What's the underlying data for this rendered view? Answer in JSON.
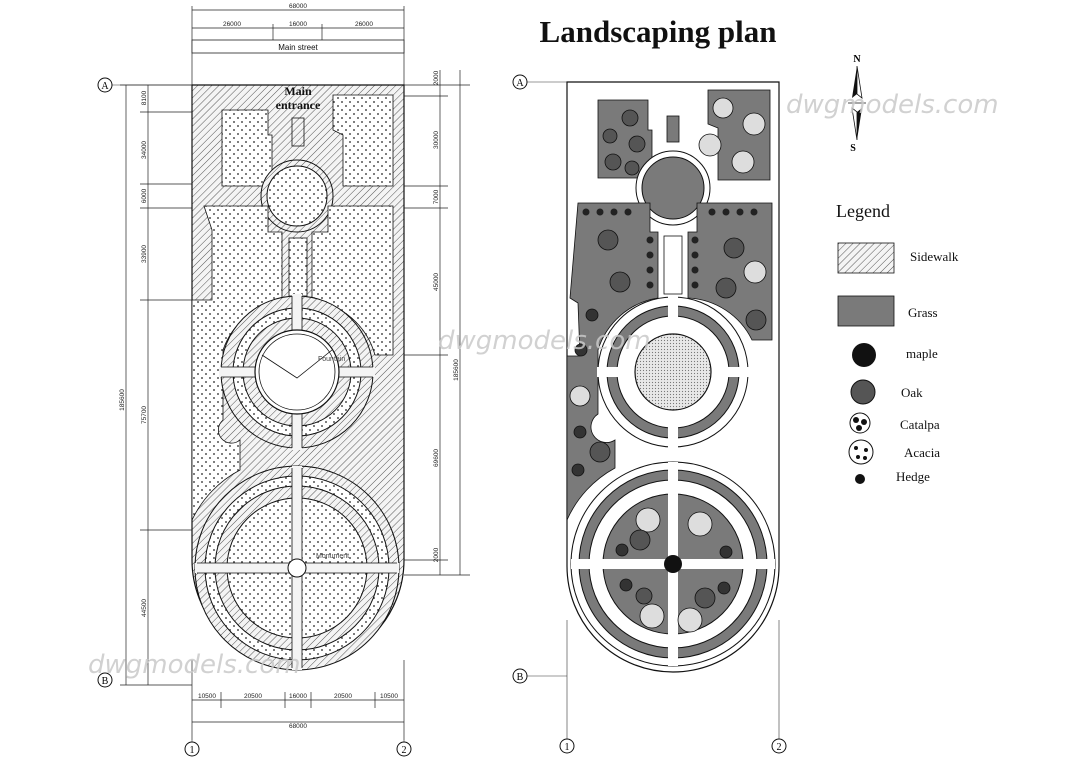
{
  "title": "Landscaping plan",
  "watermark": "dwgmodels.com",
  "left_plan": {
    "street_label": "Main street",
    "entrance_label_line1": "Main",
    "entrance_label_line2": "entrance",
    "fountain_label": "Fountain",
    "monument_label": "Monument",
    "top_dims": {
      "total": "68000",
      "a": "26000",
      "b": "16000",
      "c": "26000"
    },
    "bottom_dims": {
      "total": "68000",
      "a": "10500",
      "b": "20500",
      "c": "16000",
      "d": "20500",
      "e": "10500"
    },
    "left_dims": {
      "total": "185600",
      "a": "8100",
      "b": "34000",
      "c": "6000",
      "d": "33900",
      "e": "75700",
      "f": "44500"
    },
    "right_dims": {
      "total": "185600",
      "a": "2000",
      "b": "30000",
      "c": "7000",
      "d": "45000",
      "e": "69600",
      "f": "2000"
    }
  },
  "axes": {
    "row_a": "A",
    "row_b": "B",
    "col_1": "1",
    "col_2": "2"
  },
  "compass": {
    "north": "N",
    "south": "S"
  },
  "legend": {
    "title": "Legend",
    "items": [
      {
        "label": "Sidewalk",
        "icon": "hatched-rect"
      },
      {
        "label": "Grass",
        "icon": "grey-rect"
      },
      {
        "label": "maple",
        "icon": "black-tree"
      },
      {
        "label": "Oak",
        "icon": "grey-tree"
      },
      {
        "label": "Catalpa",
        "icon": "spotted-tree"
      },
      {
        "label": "Acacia",
        "icon": "dotted-tree"
      },
      {
        "label": "Hedge",
        "icon": "small-bush"
      }
    ]
  },
  "colors": {
    "grass": "#7a7a7a",
    "line": "#111111",
    "hatch": "#555555"
  }
}
